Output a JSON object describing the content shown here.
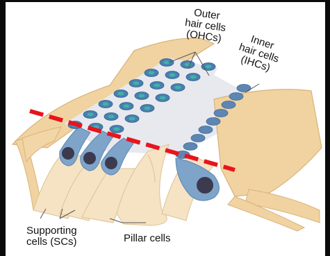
{
  "labels": {
    "ohc": [
      "Outer",
      "hair cells",
      "(OHCs)"
    ],
    "ihc": [
      "Inner",
      "hair cells",
      "(IHCs)"
    ],
    "sc": [
      "Supporting",
      "cells (SCs)"
    ],
    "pillar": "Pillar cells"
  },
  "colors": {
    "tissue": "#f0d3a0",
    "tissue_dark": "#e2b978",
    "tissue_light": "#f6e3c3",
    "hair_cell": "#7ea4c9",
    "hair_cell_dark": "#5d86b4",
    "nucleus": "#3c3a4e",
    "ohc_top": "#4a7fb0",
    "ohc_center": "#3fb3a6",
    "cut_line": "#e8141c",
    "membrane": "#e7e9ee"
  }
}
